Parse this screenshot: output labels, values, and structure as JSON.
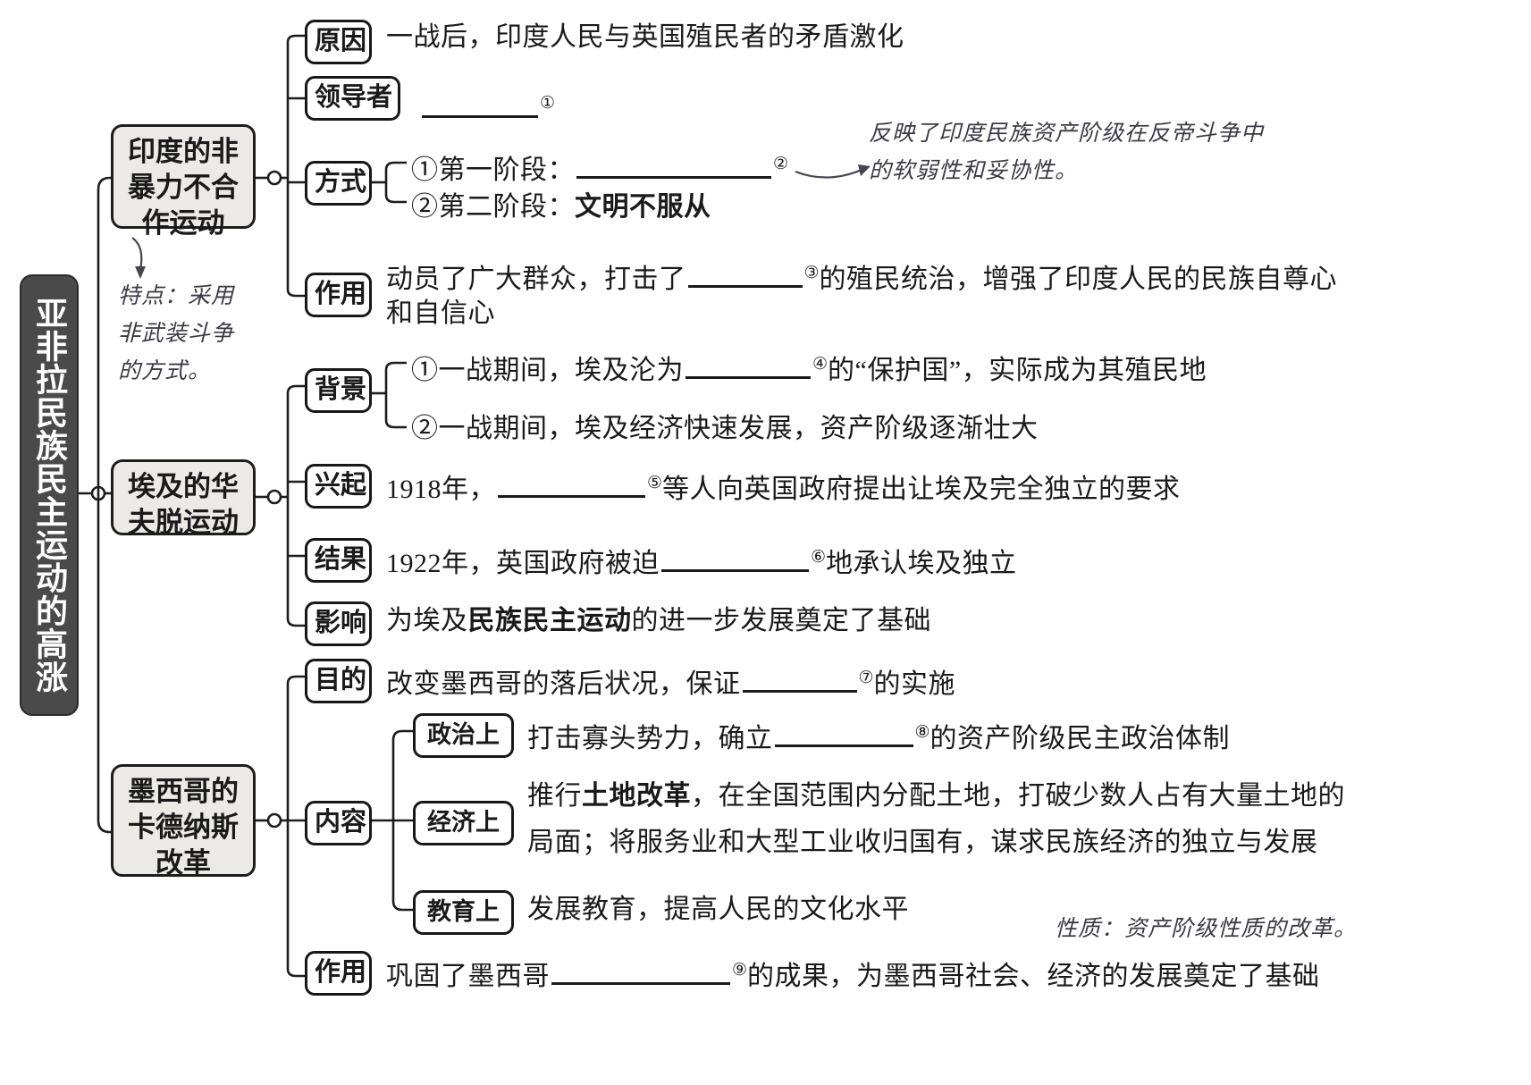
{
  "root": {
    "label": "亚非拉民族民主运动的高涨"
  },
  "branches": [
    {
      "id": "india",
      "label": "印度的非\n暴力不合\n作运动",
      "annotation": "特点：采用\n非武装斗争\n的方式。",
      "items": [
        {
          "pill": "原因",
          "text_before": "一战后，印度人民与英国殖民者的矛盾激化",
          "blank": false
        },
        {
          "pill": "领导者",
          "text_before": "",
          "blank": true,
          "blank_width": 170,
          "sup": "①",
          "text_after": ""
        },
        {
          "pill": "方式",
          "subitems": [
            {
              "marker": "①",
              "text_before": "第一阶段：",
              "blank": true,
              "blank_width": 250,
              "sup": "②",
              "text_after": ""
            },
            {
              "marker": "②",
              "text_before": "第二阶段：",
              "bold_after": "文明不服从"
            }
          ]
        },
        {
          "pill": "作用",
          "text_before": "动员了广大群众，打击了",
          "blank": true,
          "blank_width": 150,
          "sup": "③",
          "text_after": "的殖民统治，增强了印度人民的民族自尊心",
          "line2": "和自信心"
        }
      ]
    },
    {
      "id": "egypt",
      "label": "埃及的华\n夫脱运动",
      "items": [
        {
          "pill": "背景",
          "subitems": [
            {
              "marker": "①",
              "text_before": "一战期间，埃及沦为",
              "blank": true,
              "blank_width": 160,
              "sup": "④",
              "text_after": "的“保护国”，实际成为其殖民地"
            },
            {
              "marker": "②",
              "text_before": "一战期间，埃及经济快速发展，资产阶级逐渐壮大"
            }
          ]
        },
        {
          "pill": "兴起",
          "text_before": "1918年，",
          "blank": true,
          "blank_width": 190,
          "sup": "⑤",
          "text_after": "等人向英国政府提出让埃及完全独立的要求"
        },
        {
          "pill": "结果",
          "text_before": "1922年，英国政府被迫",
          "blank": true,
          "blank_width": 190,
          "sup": "⑥",
          "text_after": "地承认埃及独立"
        },
        {
          "pill": "影响",
          "text_before": "为埃及",
          "bold_mid": "民族民主运动",
          "text_after": "的进一步发展奠定了基础"
        }
      ]
    },
    {
      "id": "mexico",
      "label": "墨西哥的\n卡德纳斯\n改革",
      "annotation": "性质：资产阶级性质的改革。",
      "items": [
        {
          "pill": "目的",
          "text_before": "改变墨西哥的落后状况，保证",
          "blank": true,
          "blank_width": 150,
          "sup": "⑦",
          "text_after": "的实施"
        },
        {
          "pill": "内容",
          "subpills": [
            {
              "pill": "政治上",
              "text_before": "打击寡头势力，确立",
              "blank": true,
              "blank_width": 180,
              "sup": "⑧",
              "text_after": "的资产阶级民主政治体制"
            },
            {
              "pill": "经济上",
              "line1_pre": "推行",
              "line1_bold": "土地改革",
              "line1_post": "，在全国范围内分配土地，打破少数人占有大量土地的",
              "line2": "局面；将服务业和大型工业收归国有，谋求民族经济的独立与发展"
            },
            {
              "pill": "教育上",
              "text_before": "发展教育，提高人民的文化水平"
            }
          ]
        },
        {
          "pill": "作用",
          "text_before": "巩固了墨西哥",
          "blank": true,
          "blank_width": 230,
          "sup": "⑨",
          "text_after": "的成果，为墨西哥社会、经济的发展奠定了基础"
        }
      ]
    }
  ],
  "handwritten_notes": [
    {
      "id": "india-method-note",
      "text": "反映了印度民族资产阶级在反帝斗争中\n的软弱性和妥协性。"
    }
  ]
}
